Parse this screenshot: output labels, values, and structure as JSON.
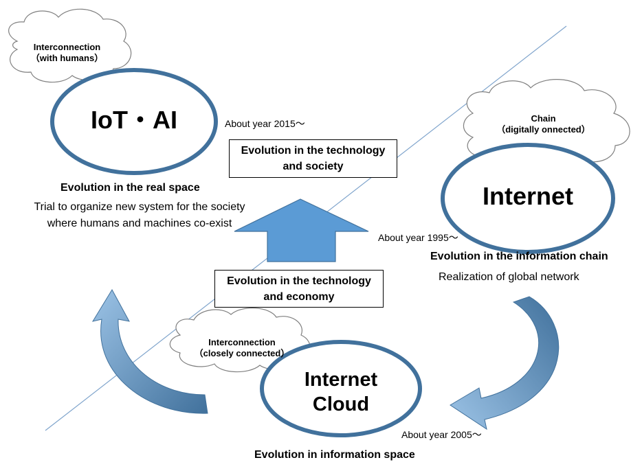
{
  "colors": {
    "accent_fill": "#5b9bd5",
    "ring": "#41719c",
    "cloud_stroke": "#7f7f7f",
    "divider": "#7fa4cc"
  },
  "nodes": {
    "iot_ai": {
      "title": "IoT・AI",
      "cloud_line1": "Interconnection",
      "cloud_line2": "（with humans）",
      "year": "About year  2015～",
      "heading": "Evolution in the real space",
      "desc_line1": "Trial to organize new system for the society",
      "desc_line2": "where humans and machines co-exist"
    },
    "internet": {
      "title": "Internet",
      "cloud_line1": "Chain",
      "cloud_line2": "（digitally onnected）",
      "year": "About year  1995～",
      "heading": "Evolution in the information chain",
      "desc": "Realization of  global network"
    },
    "cloud": {
      "title_line1": "Internet",
      "title_line2": "Cloud",
      "cloud_line1": "Interconnection",
      "cloud_line2": "（closely connected）",
      "year": "About year 2005～",
      "heading": "Evolution in information space"
    }
  },
  "boxes": {
    "society_line1": "Evolution in the technology",
    "society_line2": "and society",
    "economy_line1": "Evolution in the technology",
    "economy_line2": "and economy"
  }
}
